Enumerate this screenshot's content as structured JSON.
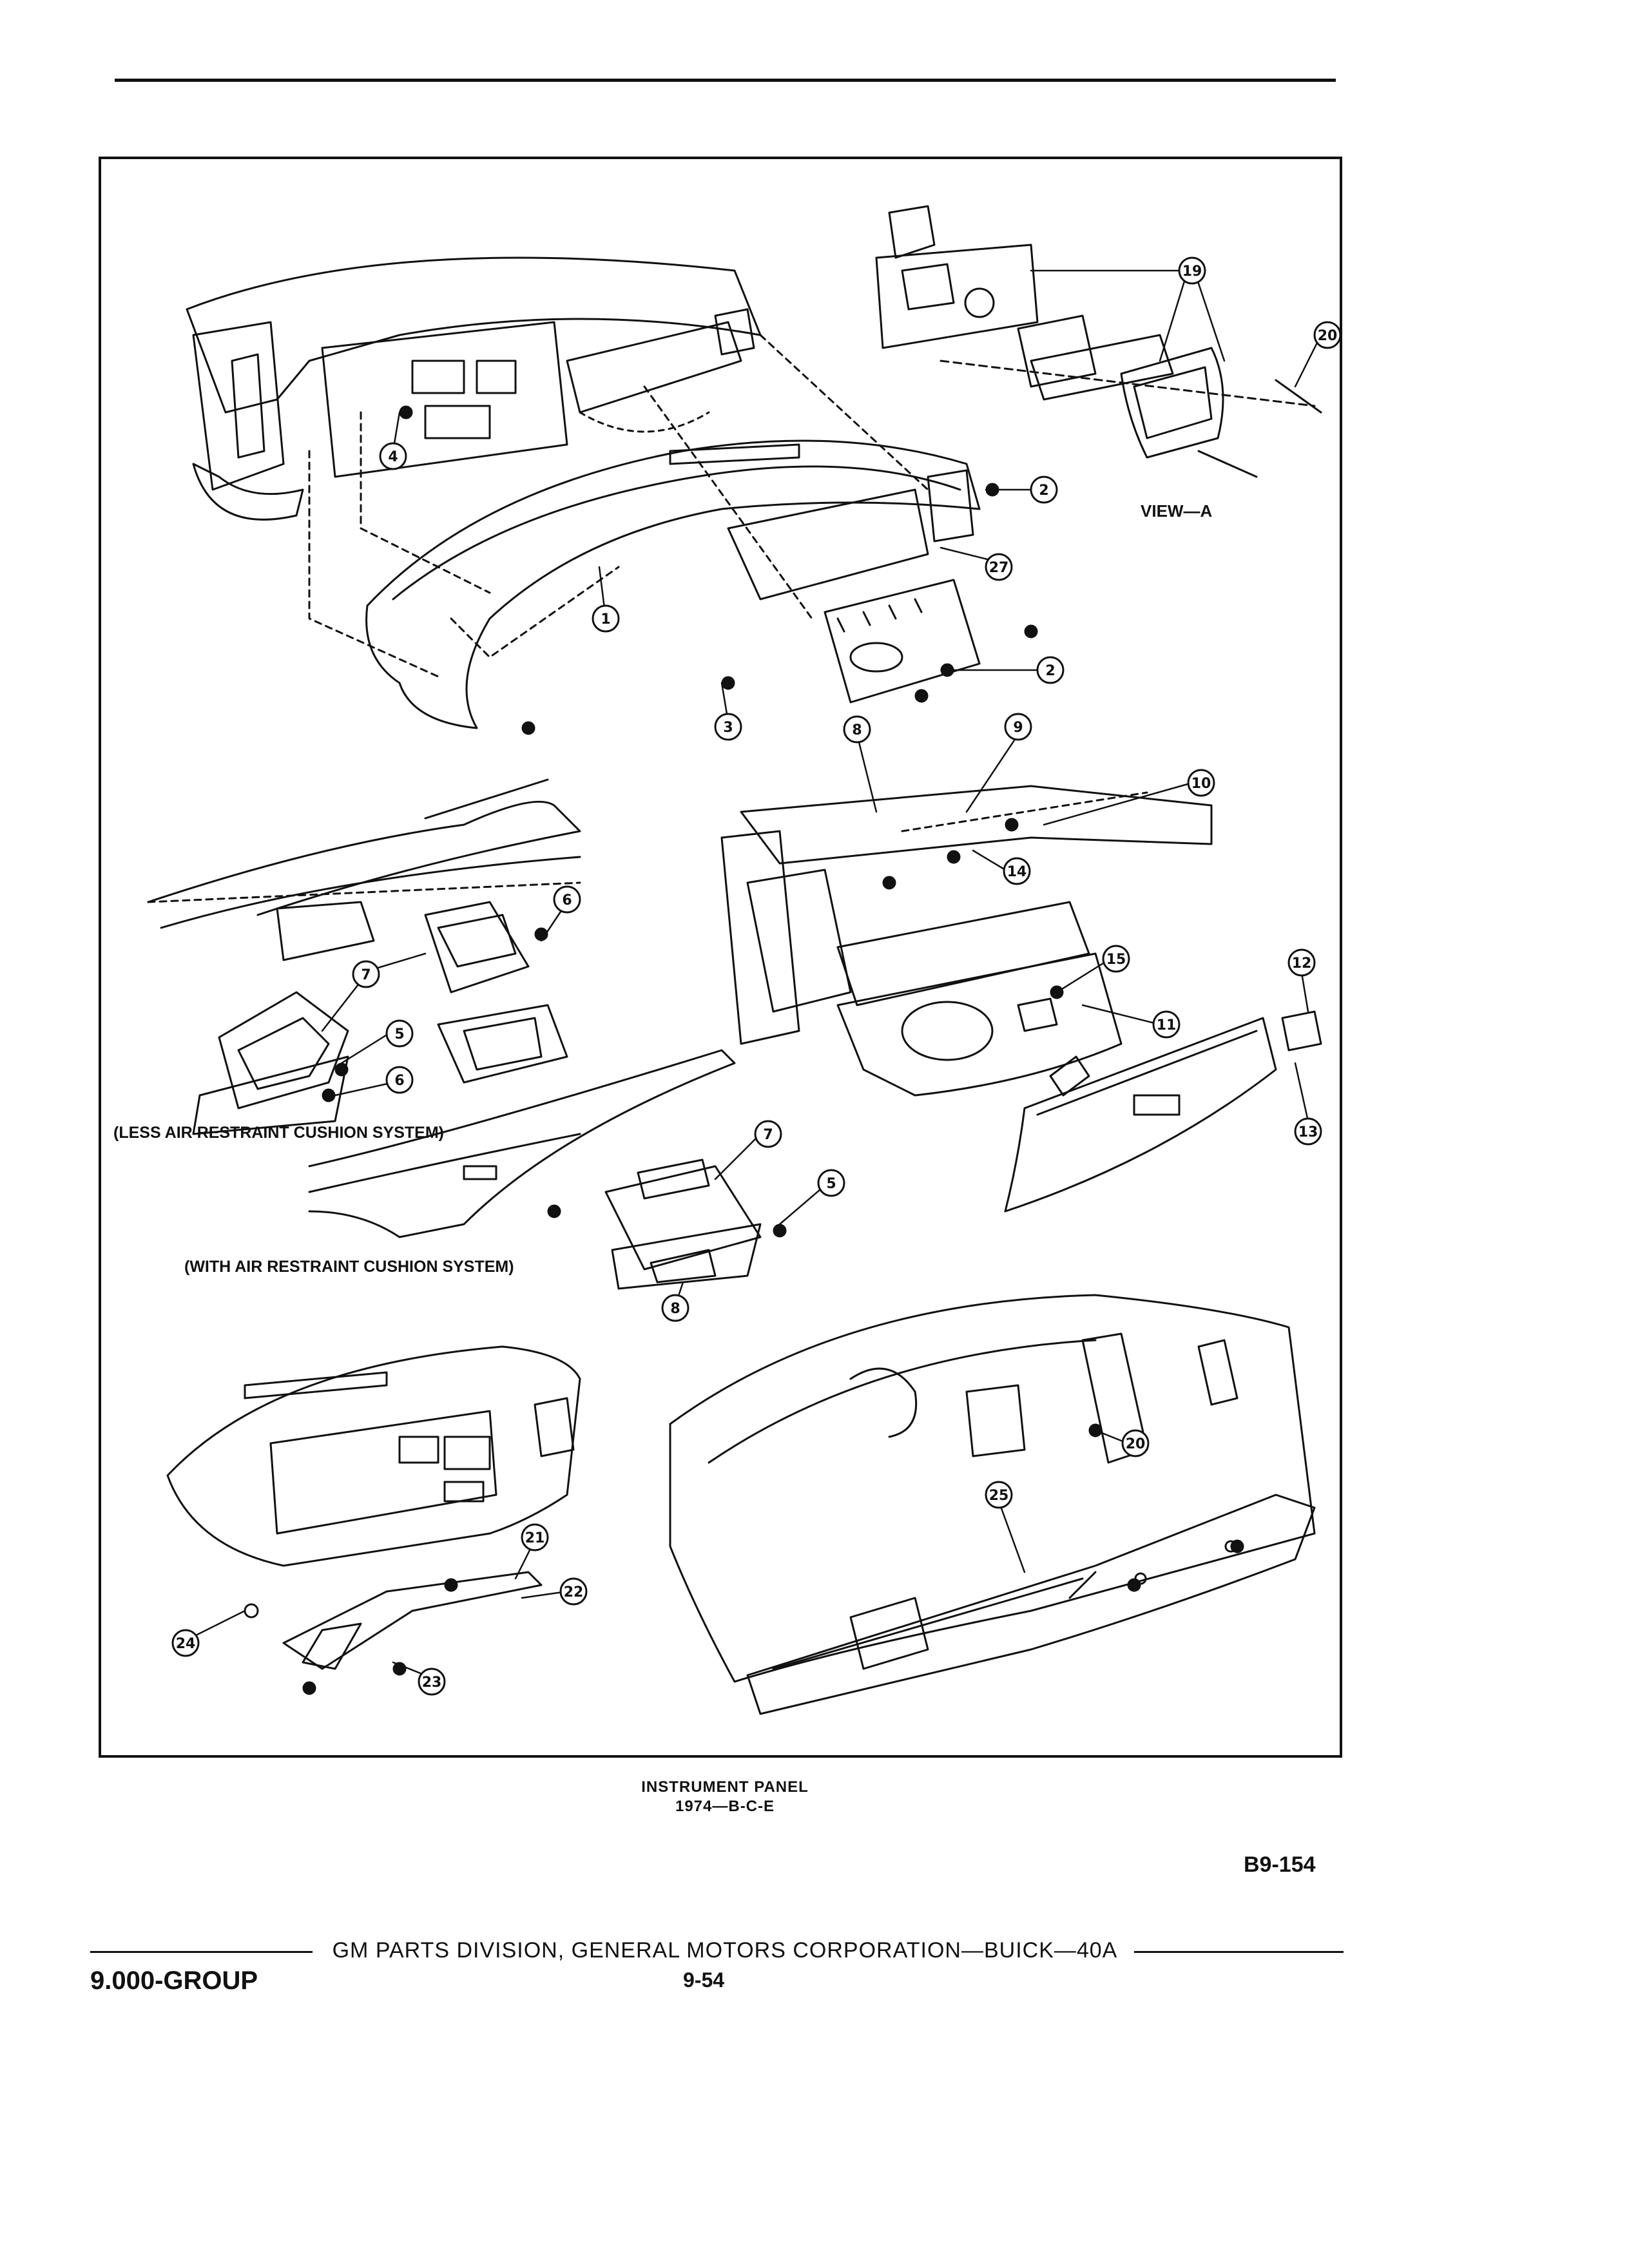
{
  "figure": {
    "caption_title": "INSTRUMENT PANEL",
    "caption_subtitle": "1974—B-C-E",
    "figure_code": "B9-154",
    "labels": {
      "view_a": "VIEW—A",
      "less_air": "(LESS AIR RESTRAINT CUSHION SYSTEM)",
      "with_air": "(WITH AIR RESTRAINT CUSHION SYSTEM)"
    },
    "callouts": {
      "c1": "1",
      "c2a": "2",
      "c2b": "2",
      "c3": "3",
      "c4": "4",
      "c5a": "5",
      "c5b": "5",
      "c6a": "6",
      "c6b": "6",
      "c7a": "7",
      "c7b": "7",
      "c8a": "8",
      "c8b": "8",
      "c9": "9",
      "c10": "10",
      "c11": "11",
      "c12": "12",
      "c13": "13",
      "c14": "14",
      "c15": "15",
      "c19": "19",
      "c20a": "20",
      "c20b": "20",
      "c21": "21",
      "c22": "22",
      "c23": "23",
      "c24": "24",
      "c25": "25",
      "c27": "27"
    }
  },
  "footer": {
    "line": "GM PARTS DIVISION, GENERAL MOTORS CORPORATION—BUICK—40A",
    "group": "9.000-GROUP",
    "page": "9-54"
  },
  "colors": {
    "ink": "#111111",
    "paper": "#ffffff"
  }
}
